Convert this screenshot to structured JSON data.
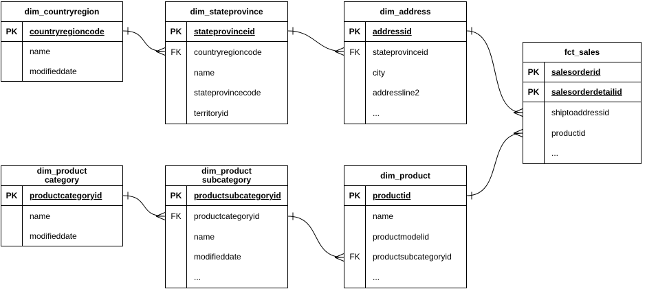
{
  "diagram": {
    "colors": {
      "stroke": "#000000",
      "background": "#ffffff",
      "text": "#000000"
    },
    "tables": [
      {
        "title": "dim_countryregion",
        "rows": [
          {
            "key": "PK",
            "field": "countryregioncode",
            "pk": true
          },
          {
            "key": "",
            "field": "name"
          },
          {
            "key": "",
            "field": "modifieddate"
          }
        ]
      },
      {
        "title": "dim_stateprovince",
        "rows": [
          {
            "key": "PK",
            "field": "stateprovinceid",
            "pk": true
          },
          {
            "key": "FK",
            "field": "countryregioncode"
          },
          {
            "key": "",
            "field": "name"
          },
          {
            "key": "",
            "field": "stateprovincecode"
          },
          {
            "key": "",
            "field": "territoryid"
          }
        ]
      },
      {
        "title": "dim_address",
        "rows": [
          {
            "key": "PK",
            "field": "addressid",
            "pk": true
          },
          {
            "key": "FK",
            "field": "stateprovinceid"
          },
          {
            "key": "",
            "field": "city"
          },
          {
            "key": "",
            "field": "addressline2"
          },
          {
            "key": "",
            "field": "..."
          }
        ]
      },
      {
        "title": "fct_sales",
        "rows": [
          {
            "key": "PK",
            "field": "salesorderid",
            "pk": true
          },
          {
            "key": "PK",
            "field": "salesorderdetailid",
            "pk": true
          },
          {
            "key": "",
            "field": "shiptoaddressid"
          },
          {
            "key": "",
            "field": "productid"
          },
          {
            "key": "",
            "field": "..."
          }
        ]
      },
      {
        "title": "dim_product\ncategory",
        "rows": [
          {
            "key": "PK",
            "field": "productcategoryid",
            "pk": true
          },
          {
            "key": "",
            "field": "name"
          },
          {
            "key": "",
            "field": "modifieddate"
          }
        ]
      },
      {
        "title": "dim_product\nsubcategory",
        "rows": [
          {
            "key": "PK",
            "field": "productsubcategoryid",
            "pk": true
          },
          {
            "key": "FK",
            "field": "productcategoryid"
          },
          {
            "key": "",
            "field": "name"
          },
          {
            "key": "",
            "field": "modifieddate"
          },
          {
            "key": "",
            "field": "..."
          }
        ]
      },
      {
        "title": "dim_product",
        "rows": [
          {
            "key": "PK",
            "field": "productid",
            "pk": true
          },
          {
            "key": "",
            "field": "name"
          },
          {
            "key": "",
            "field": "productmodelid"
          },
          {
            "key": "FK",
            "field": "productsubcategoryid"
          },
          {
            "key": "",
            "field": "..."
          }
        ]
      }
    ],
    "relationships": [
      {
        "from": "dim_countryregion.countryregioncode",
        "to": "dim_stateprovince.countryregioncode",
        "from_end": "one",
        "to_end": "many"
      },
      {
        "from": "dim_stateprovince.stateprovinceid",
        "to": "dim_address.stateprovinceid",
        "from_end": "one",
        "to_end": "many"
      },
      {
        "from": "dim_address.addressid",
        "to": "fct_sales.shiptoaddressid",
        "from_end": "one",
        "to_end": "many"
      },
      {
        "from": "dim_product.productid",
        "to": "fct_sales.productid",
        "from_end": "one",
        "to_end": "many"
      },
      {
        "from": "dim_product category.productcategoryid",
        "to": "dim_product subcategory.productcategoryid",
        "from_end": "one",
        "to_end": "many"
      },
      {
        "from": "dim_product subcategory.productsubcategoryid",
        "to": "dim_product.productsubcategoryid",
        "from_end": "one",
        "to_end": "many"
      }
    ]
  }
}
